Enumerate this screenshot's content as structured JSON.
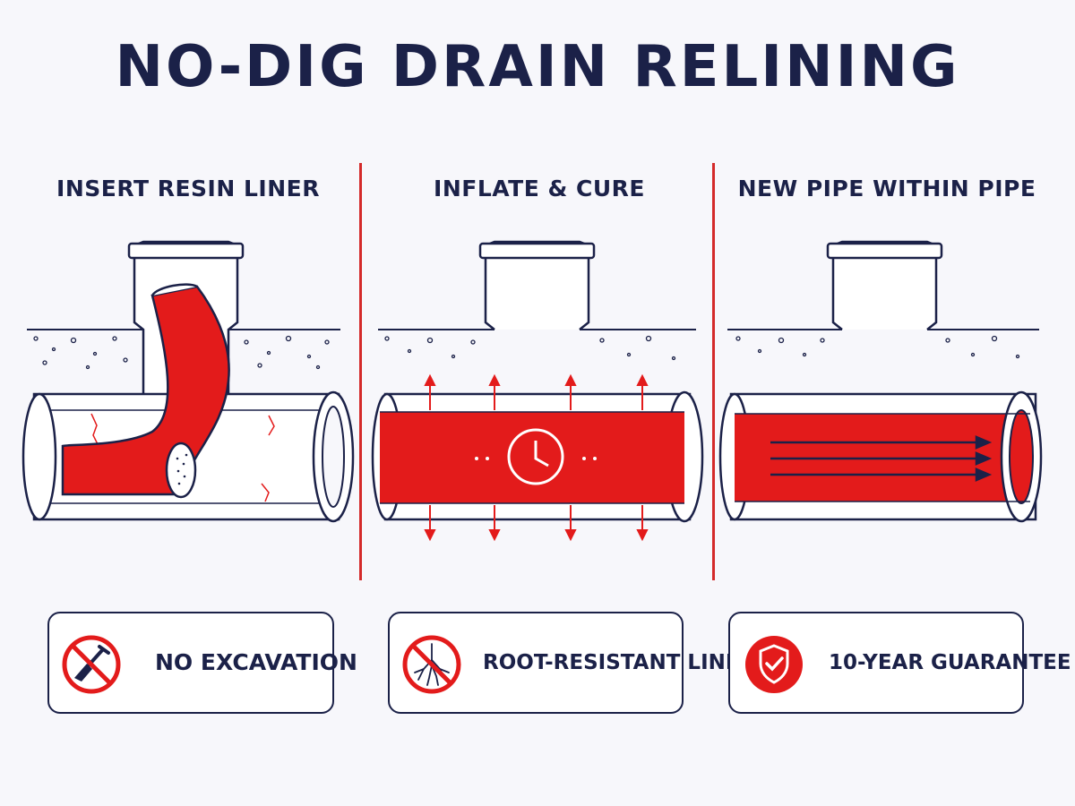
{
  "header": {
    "title": "NO-DIG DRAIN RELINING"
  },
  "steps": [
    {
      "label": "INSERT RESIN LINER"
    },
    {
      "label": "INFLATE & CURE"
    },
    {
      "label": "NEW PIPE WITHIN PIPE"
    }
  ],
  "benefits": [
    {
      "label": "NO EXCAVATION",
      "icon": "no-shovel-icon"
    },
    {
      "label": "ROOT-RESISTANT LINER",
      "icon": "no-roots-icon"
    },
    {
      "label": "10-YEAR GUARANTEE",
      "icon": "shield-check-icon"
    }
  ],
  "colors": {
    "navy": "#1b2148",
    "red": "#e31b1b",
    "background": "#f7f7fb"
  }
}
